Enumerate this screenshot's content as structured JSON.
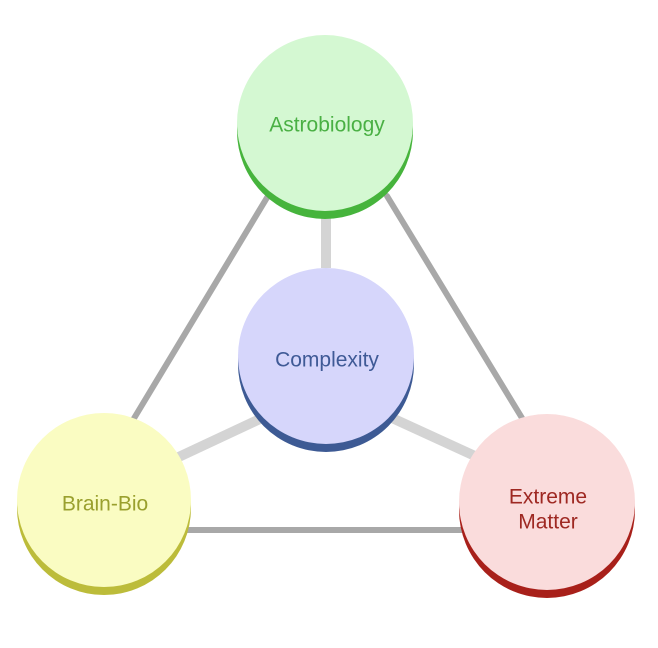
{
  "diagram": {
    "nodes": [
      {
        "id": "astrobiology",
        "label": "Astrobiology",
        "fill": "#d4f8d2",
        "rim": "#46b43c",
        "text_color": "#4ab044"
      },
      {
        "id": "complexity",
        "label": "Complexity",
        "fill": "#d6d6fb",
        "rim": "#3d5a94",
        "text_color": "#3f5a96"
      },
      {
        "id": "brain-bio",
        "label": "Brain-Bio",
        "fill": "#fafcc2",
        "rim": "#bcbc3a",
        "text_color": "#9aa02e"
      },
      {
        "id": "extreme-matter",
        "label_lines": [
          "Extreme",
          "Matter"
        ],
        "fill": "#fadcdc",
        "rim": "#a8201a",
        "text_color": "#9e2822"
      }
    ],
    "connector_colors": {
      "outer": "#a8a8a8",
      "inner": "#d4d4d4"
    }
  }
}
